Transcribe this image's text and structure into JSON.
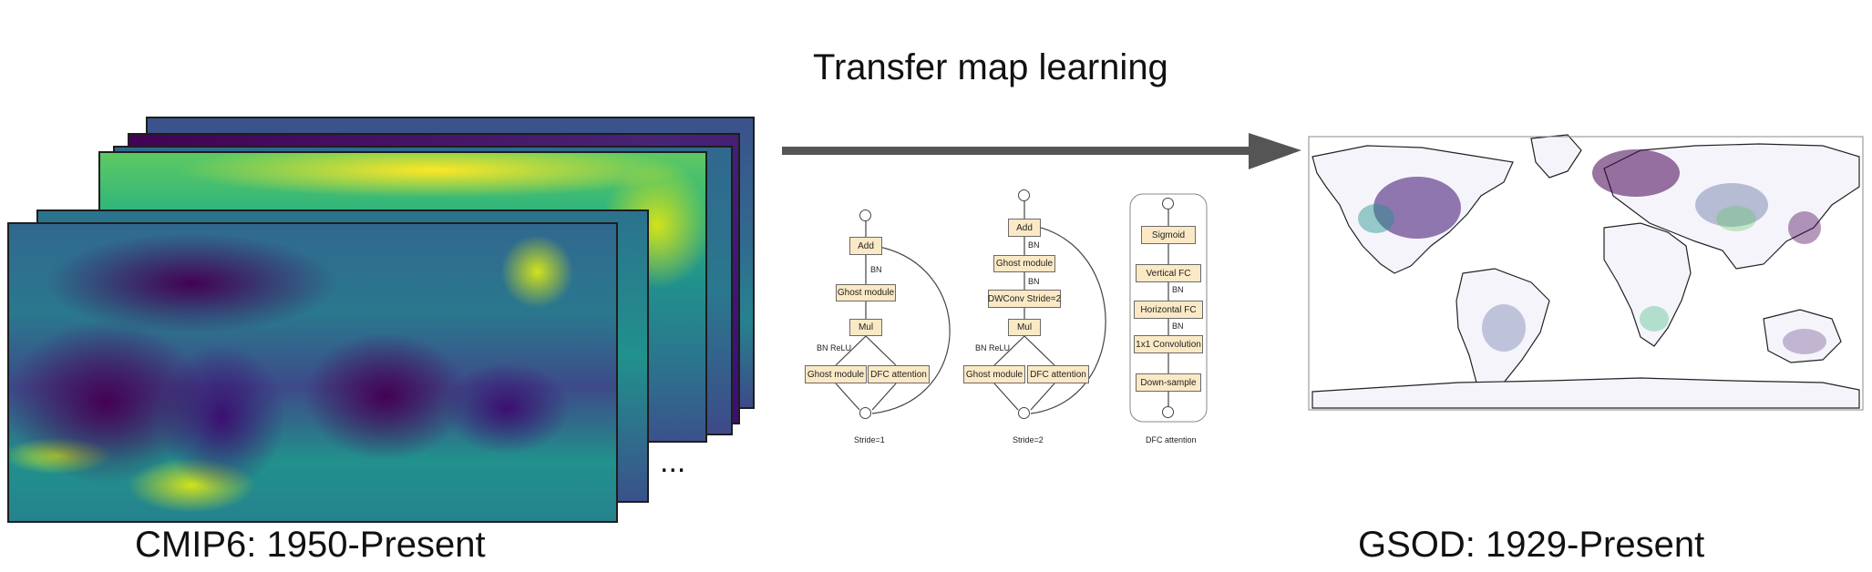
{
  "title": "Transfer map learning",
  "left_caption": "CMIP6: 1950-Present",
  "right_caption": "GSOD: 1929-Present",
  "ellipsis": "...",
  "colors": {
    "viridis_dark": "#440154",
    "viridis_mid": "#21918c",
    "viridis_bright": "#fde725",
    "block_fill": "#fbe9c6",
    "arrow": "#555555"
  },
  "network": {
    "block1": {
      "add": "Add",
      "bn_top": "BN",
      "ghost": "Ghost module",
      "mul": "Mul",
      "bn_relu": "BN ReLU",
      "ghost_bottom": "Ghost module",
      "dfc": "DFC attention",
      "caption": "Stride=1"
    },
    "block2": {
      "add": "Add",
      "bn_top": "BN",
      "ghost": "Ghost module",
      "bn_mid": "BN",
      "dwconv": "DWConv Stride=2",
      "mul": "Mul",
      "bn_relu": "BN ReLU",
      "ghost_bottom": "Ghost module",
      "dfc": "DFC attention",
      "caption": "Stride=2"
    },
    "block3": {
      "sigmoid": "Sigmoid",
      "vertical": "Vertical FC",
      "bn1": "BN",
      "horizontal": "Horizontal FC",
      "bn2": "BN",
      "conv": "1x1 Convolution",
      "down": "Down-sample",
      "caption": "DFC attention"
    }
  }
}
